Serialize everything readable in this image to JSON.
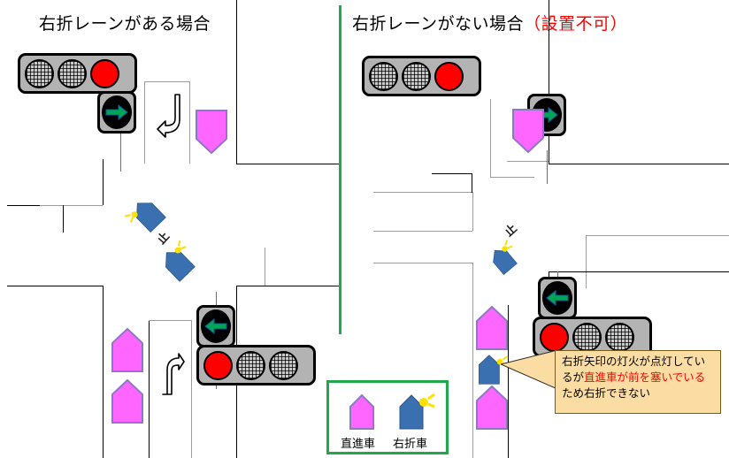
{
  "panels": {
    "left": {
      "title": "右折レーンがある場合"
    },
    "right": {
      "title_main": "右折レーンがない場合",
      "title_warning": "（設置不可）"
    }
  },
  "legend": {
    "straight_car_label": "直進車",
    "right_turn_car_label": "右折車"
  },
  "callout": {
    "text_before": "右折矢印の灯火が点灯しているが",
    "text_highlight": "直進車が前を塞いでいる",
    "text_after": "ため右折できない"
  },
  "road_glyph": {
    "mark": "止"
  },
  "colors": {
    "straight_car": "#ff66ff",
    "right_turn_car": "#3a6fb0",
    "blinker": "#ffe000",
    "signal_red": "#ff0000",
    "signal_arrow_green": "#00a651",
    "signal_body": "#b3b3b3",
    "divider_green": "#22a84b",
    "legend_border": "#22a84b",
    "callout_background": "#fbdda3",
    "callout_highlight": "#ff0000",
    "title_warning": "#ff0000",
    "road_line_black": "#000000",
    "road_line_gray": "#9c9c9c"
  },
  "signals": {
    "left_panel_top": {
      "lamps": [
        "off",
        "off",
        "red"
      ],
      "arrow_direction": "right",
      "arrow_state": "lit"
    },
    "left_panel_bottom": {
      "lamps": [
        "red",
        "off",
        "off"
      ],
      "arrow_direction": "left",
      "arrow_state": "lit"
    },
    "right_panel_top": {
      "lamps": [
        "off",
        "off",
        "red"
      ],
      "arrow_direction": "right",
      "arrow_state": "lit"
    },
    "right_panel_bottom": {
      "lamps": [
        "red",
        "off",
        "off"
      ],
      "arrow_direction": "left",
      "arrow_state": "lit"
    }
  }
}
